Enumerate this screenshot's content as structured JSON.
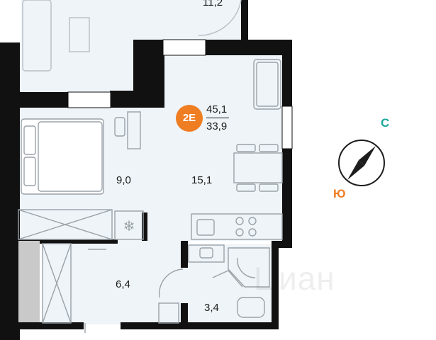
{
  "plan": {
    "unit_badge": "2E",
    "total_area": "45,1",
    "living_area": "33,9",
    "rooms": {
      "balcony": "11,2",
      "bedroom": "9,0",
      "living_room": "15,1",
      "hallway": "6,4",
      "bathroom": "3,4"
    },
    "watermark": "Циан"
  },
  "compass": {
    "north_label": "С",
    "south_label": "Ю",
    "north_color": "#1aa89c",
    "south_color": "#ef7d22"
  },
  "colors": {
    "wall": "#111111",
    "floor": "#eef4f8",
    "accent": "#ef7d22"
  }
}
